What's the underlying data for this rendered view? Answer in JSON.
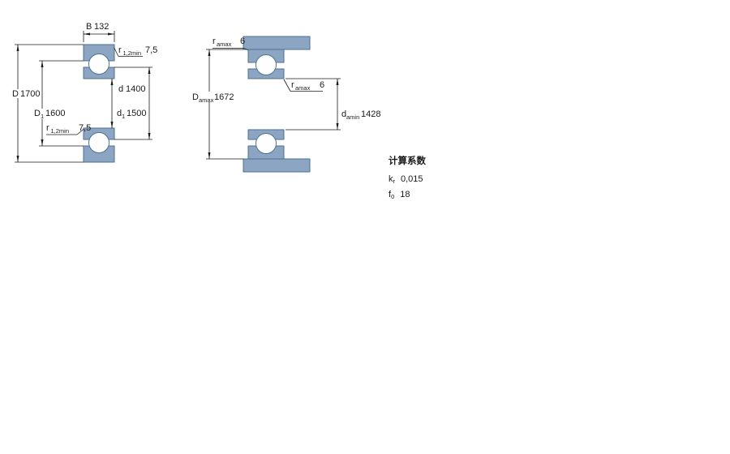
{
  "colors": {
    "part_fill": "#8BA5C3",
    "part_stroke": "#4F7096",
    "dim_line": "#1a1a1a",
    "background": "#ffffff"
  },
  "figure_left": {
    "labels": {
      "B": {
        "sym": "B",
        "value": "132"
      },
      "r_top": {
        "sym": "r",
        "sub": "1,2min",
        "value": "7,5"
      },
      "D": {
        "sym": "D",
        "value": "1700"
      },
      "D1": {
        "sym": "D",
        "sub": "1",
        "value": "1600"
      },
      "d": {
        "sym": "d",
        "value": "1400"
      },
      "d1": {
        "sym": "d",
        "sub": "1",
        "value": "1500"
      },
      "r_bottom": {
        "sym": "r",
        "sub": "1,2min",
        "value": "7,5"
      }
    }
  },
  "figure_right": {
    "labels": {
      "ra_top": {
        "sym": "r",
        "sub": "amax",
        "value": "6"
      },
      "ra_mid": {
        "sym": "r",
        "sub": "amax",
        "value": "6"
      },
      "Da": {
        "sym": "D",
        "sub": "amax",
        "value": "1672"
      },
      "da": {
        "sym": "d",
        "sub": "amin",
        "value": "1428"
      }
    }
  },
  "calc_factors": {
    "title": "计算系数",
    "kr": {
      "sym": "k",
      "sub": "r",
      "value": "0,015"
    },
    "f0": {
      "sym": "f",
      "sub": "0",
      "value": "18"
    }
  }
}
